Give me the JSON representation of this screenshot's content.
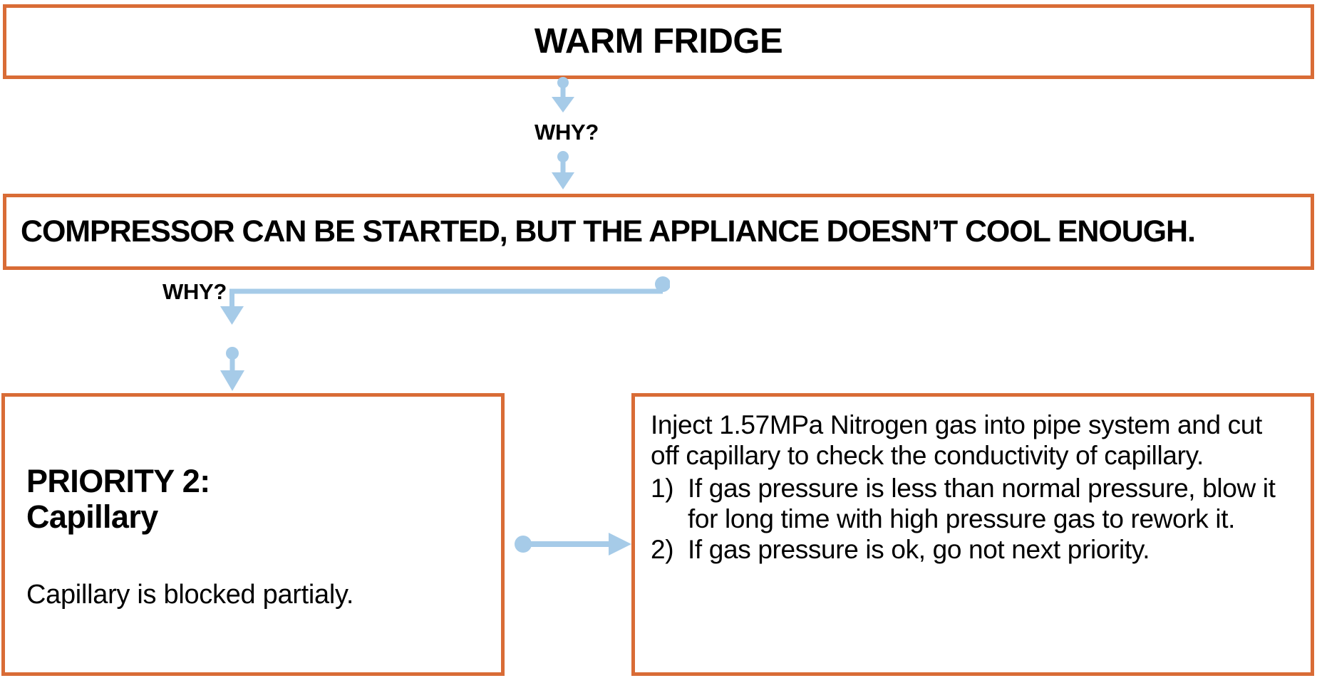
{
  "diagram": {
    "type": "why-why-root-cause-analysis",
    "accent_color": "#D96C36",
    "connector_color": "#A6CBE8",
    "text_color": "#000000",
    "background_color": "#FFFFFF"
  },
  "nodes": {
    "problem": {
      "label": "WARM FRIDGE"
    },
    "symptom": {
      "label": "COMPRESSOR CAN BE STARTED, BUT THE APPLIANCE DOESN’T COOL ENOUGH."
    },
    "cause": {
      "heading_line1": "PRIORITY 2:",
      "heading_line2": "Capillary",
      "body": "Capillary is blocked partialy."
    },
    "action": {
      "intro": "Inject 1.57MPa Nitrogen gas into pipe system and cut off capillary to check the conductivity of capillary.",
      "steps": [
        {
          "num": "1)",
          "text": "If gas pressure is less than normal pressure, blow it for long time with high pressure gas to rework it."
        },
        {
          "num": "2)",
          "text": "If gas pressure is ok, go not next priority."
        }
      ]
    }
  },
  "connectors": {
    "why_1": {
      "label": "WHY?"
    },
    "why_2": {
      "label": "WHY?"
    }
  }
}
